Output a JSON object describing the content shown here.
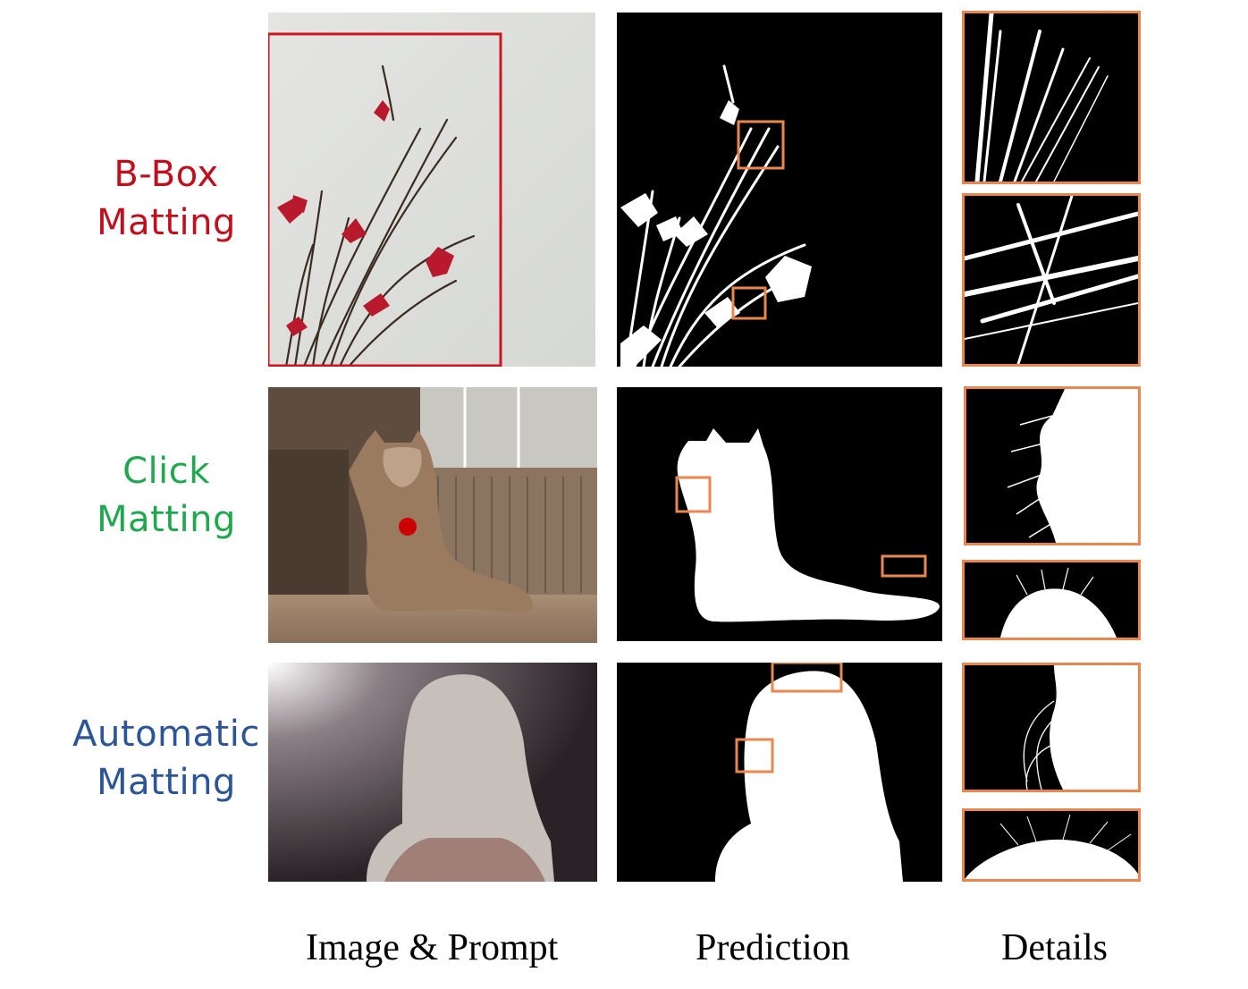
{
  "rows": [
    {
      "label_line1": "B-Box",
      "label_line2": "Matting",
      "color": "#c0101e"
    },
    {
      "label_line1": "Click",
      "label_line2": "Matting",
      "color": "#1fa84d"
    },
    {
      "label_line1": "Automatic",
      "label_line2": "Matting",
      "color": "#2b5596"
    }
  ],
  "captions": {
    "image_prompt": "Image & Prompt",
    "prediction": "Prediction",
    "details": "Details"
  },
  "colors": {
    "bbox_prompt": "#cc1722",
    "click_prompt": "#cc0000",
    "detail_box": "#e9874f",
    "matte_bg": "#000000",
    "matte_fg": "#ffffff"
  }
}
